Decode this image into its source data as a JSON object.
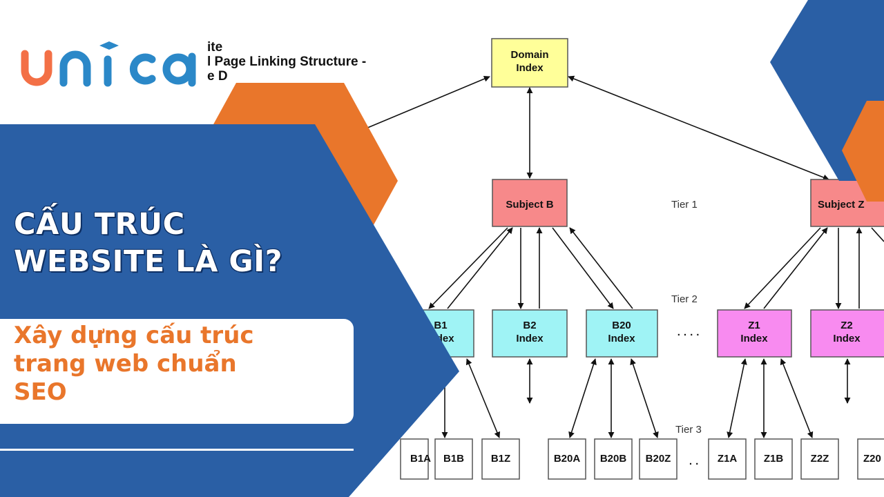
{
  "brand": {
    "logo_text": "unica",
    "colors": {
      "blue": "#2a5fa5",
      "orange": "#e9762b",
      "logo_orange": "#f37046",
      "logo_blue": "#2b88c8"
    }
  },
  "headline": {
    "line1": "CẤU TRÚC",
    "line2": "WEBSITE LÀ GÌ?"
  },
  "subtitle": {
    "line1": "Xây dựng cấu trúc",
    "line2": "trang web chuẩn",
    "line3": "SEO"
  },
  "diagram": {
    "header": {
      "line1": "ite",
      "line2": "l Page Linking Structure -",
      "line3": "e D"
    },
    "root": {
      "line1": "Domain",
      "line2": "Index"
    },
    "tier_labels": {
      "tier1": "Tier 1",
      "tier2": "Tier 2",
      "tier3": "Tier 3"
    },
    "tier1": {
      "subject_b": "Subject  B",
      "subject_z": "Subject  Z"
    },
    "tier2": {
      "b1": {
        "line1": "B1",
        "line2": "Index"
      },
      "b2": {
        "line1": "B2",
        "line2": "Index"
      },
      "b20": {
        "line1": "B20",
        "line2": "Index"
      },
      "z1": {
        "line1": "Z1",
        "line2": "Index"
      },
      "z2": {
        "line1": "Z2",
        "line2": "Index"
      },
      "ellipsis": "· · · ·"
    },
    "tier3": {
      "b1a": "B1A",
      "b1b": "B1B",
      "b1z": "B1Z",
      "b20a": "B20A",
      "b20b": "B20B",
      "b20z": "B20Z",
      "z1a": "Z1A",
      "z1b": "Z1B",
      "z2z": "Z2Z",
      "z20": "Z20",
      "ellipsis": "· ·"
    },
    "colors": {
      "root": "#ffff99",
      "tier1": "#f7898a",
      "tier2_b": "#9ff3f5",
      "tier2_z": "#f88bf0",
      "tier3": "#ffffff"
    }
  }
}
